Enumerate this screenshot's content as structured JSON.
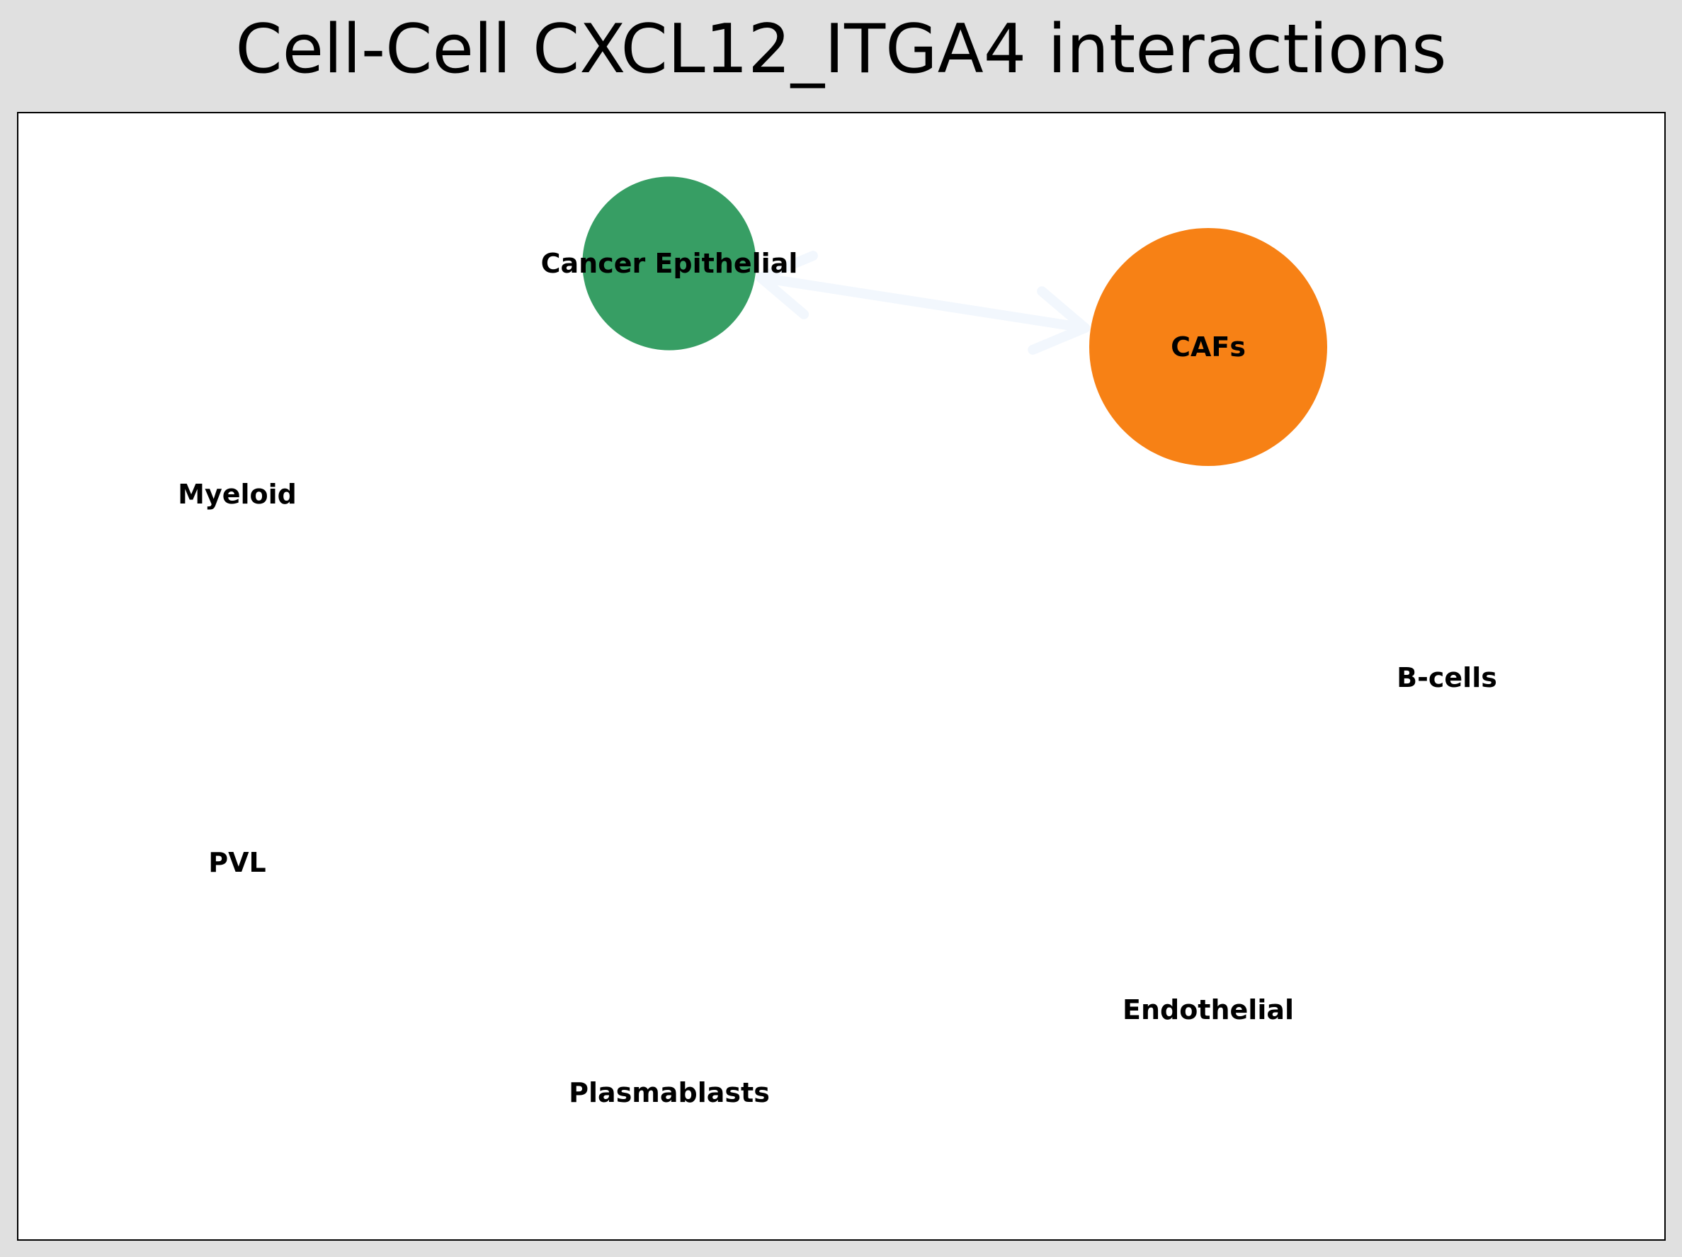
{
  "title": "Cell-Cell CXCL12_ITGA4 interactions",
  "nodes": [
    {
      "id": "cancer-epithelial",
      "label": "Cancer Epithelial",
      "color": "#379e64",
      "size_weight": 0.73
    },
    {
      "id": "cafs",
      "label": "CAFs",
      "color": "#f78115",
      "size_weight": 1.0
    },
    {
      "id": "myeloid",
      "label": "Myeloid",
      "color": "",
      "size_weight": 0
    },
    {
      "id": "b-cells",
      "label": "B-cells",
      "color": "",
      "size_weight": 0
    },
    {
      "id": "pvl",
      "label": "PVL",
      "color": "",
      "size_weight": 0
    },
    {
      "id": "endothelial",
      "label": "Endothelial",
      "color": "",
      "size_weight": 0
    },
    {
      "id": "plasmablasts",
      "label": "Plasmablasts",
      "color": "",
      "size_weight": 0
    }
  ],
  "edges": [
    {
      "source": "cancer-epithelial",
      "target": "cafs",
      "direction": "both",
      "color": "#f2f7fd"
    }
  ],
  "colors": {
    "background": "#e0e0e0",
    "plot_background": "#ffffff",
    "frame": "#000000"
  }
}
